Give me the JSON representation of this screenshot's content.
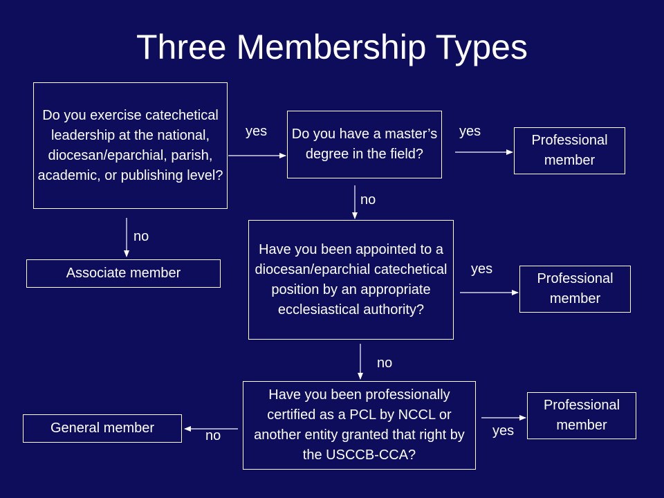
{
  "title": "Three Membership Types",
  "q1": "Do you exercise catechetical leadership at the national, diocesan/eparchial, parish, academic, or publishing level?",
  "q2": "Do you have a master’s degree in the field?",
  "q3": "Have you been appointed to a diocesan/eparchial catechetical position by an appropriate ecclesiastical authority?",
  "q4": "Have you been professionally certified as a PCL by NCCL or another entity granted that right by the USCCB-CCA?",
  "professional_1": "Professional member",
  "professional_2": "Professional member",
  "professional_3": "Professional member",
  "associate": "Associate member",
  "general": "General member",
  "labels": {
    "q1_yes": "yes",
    "q1_no": "no",
    "q2_yes": "yes",
    "q2_no": "no",
    "q3_yes": "yes",
    "q3_no": "no",
    "q4_yes": "yes",
    "q4_no": "no"
  },
  "colors": {
    "background": "#0d0d5c",
    "foreground": "#ffffff"
  }
}
